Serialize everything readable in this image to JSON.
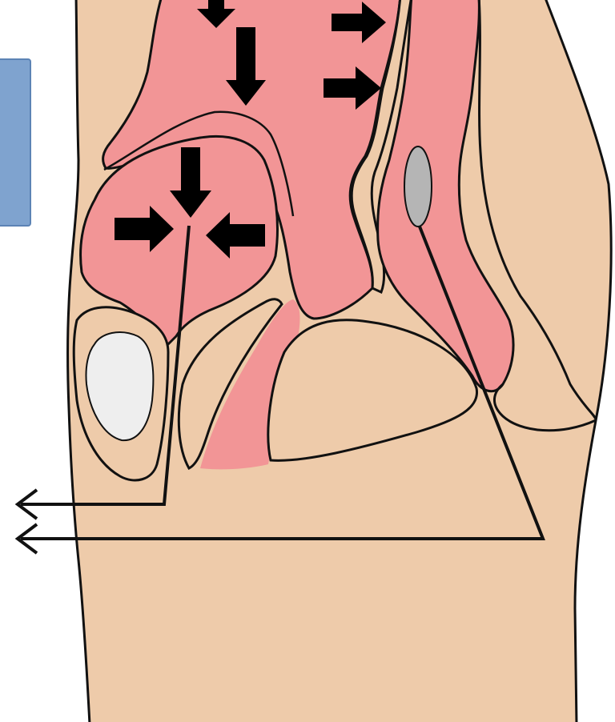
{
  "diagram": {
    "colors": {
      "skin": "#EECBAA",
      "tissue_pink": "#F29596",
      "outline": "#111111",
      "arrow": "#000000",
      "blue_panel": "#7FA3CF",
      "blue_panel_border": "#5C83B5",
      "white_shape": "#EEEEEE",
      "gray_oval": "#B5B5B5"
    },
    "arrows": {
      "top_row": [
        "down",
        "right",
        "down",
        "right"
      ],
      "bladder": [
        "down",
        "right",
        "left"
      ]
    },
    "leader_lines": [
      "bladder-to-left",
      "rectum-to-left"
    ]
  }
}
